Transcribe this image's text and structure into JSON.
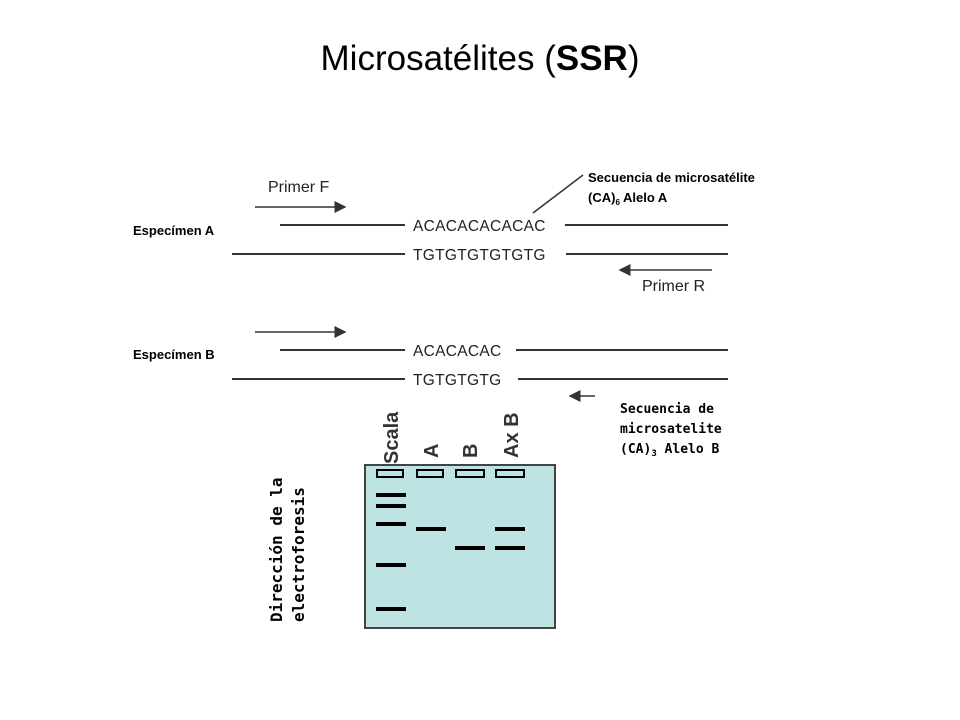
{
  "title": {
    "main": "Microsatélites (",
    "bold": "SSR",
    "close": ")"
  },
  "primers": {
    "forward": "Primer F",
    "reverse": "Primer R"
  },
  "specimen_a": {
    "label": "Especímen A",
    "top_strand": "ACACACACACAC",
    "bottom_strand": "TGTGTGTGTGTG"
  },
  "specimen_b": {
    "label": "Especímen B",
    "top_strand": "ACACACAC",
    "bottom_strand": "TGTGTGTG"
  },
  "annotation_a": {
    "line1": "Secuencia de microsatélite",
    "line2_pre": "(CA)",
    "line2_sub": "6",
    "line2_post": " Alelo A"
  },
  "annotation_b": {
    "line1": "Secuencia de",
    "line2": "microsatelite",
    "line3_pre": "(CA)",
    "line3_sub": "3",
    "line3_post": " Alelo B"
  },
  "gel": {
    "lanes": [
      "Scala",
      "A",
      "B",
      "Ax B"
    ],
    "direction_line1": "Dirección de la",
    "direction_line2": "electroforesis",
    "colors": {
      "gel_fill": "#bde4e3",
      "band": "#000000"
    }
  }
}
